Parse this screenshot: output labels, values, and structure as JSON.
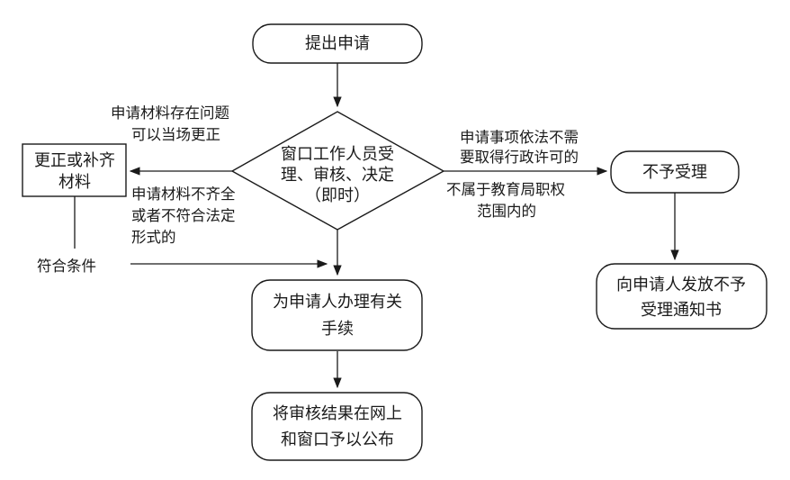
{
  "nodes": {
    "submit": "提出申请",
    "review": [
      "窗口工作人员受",
      "理、审核、决定",
      "（即时）"
    ],
    "correct": [
      "更正或补齐",
      "材料"
    ],
    "reject": "不予受理",
    "notice": [
      "向申请人发放不予",
      "受理通知书"
    ],
    "process": [
      "为申请人办理有关",
      "手续"
    ],
    "publish": [
      "将审核结果在网上",
      "和窗口予以公布"
    ]
  },
  "labels": {
    "fix_on_site": [
      "申请材料存在问题",
      "可以当场更正"
    ],
    "incomplete": [
      "申请材料不齐全",
      "或者不符合法定",
      "形式的"
    ],
    "no_permit": [
      "申请事项依法不需",
      "要取得行政许可的"
    ],
    "out_of_scope": [
      "不属于教育局职权",
      "范围内的"
    ],
    "qualified": "符合条件"
  }
}
